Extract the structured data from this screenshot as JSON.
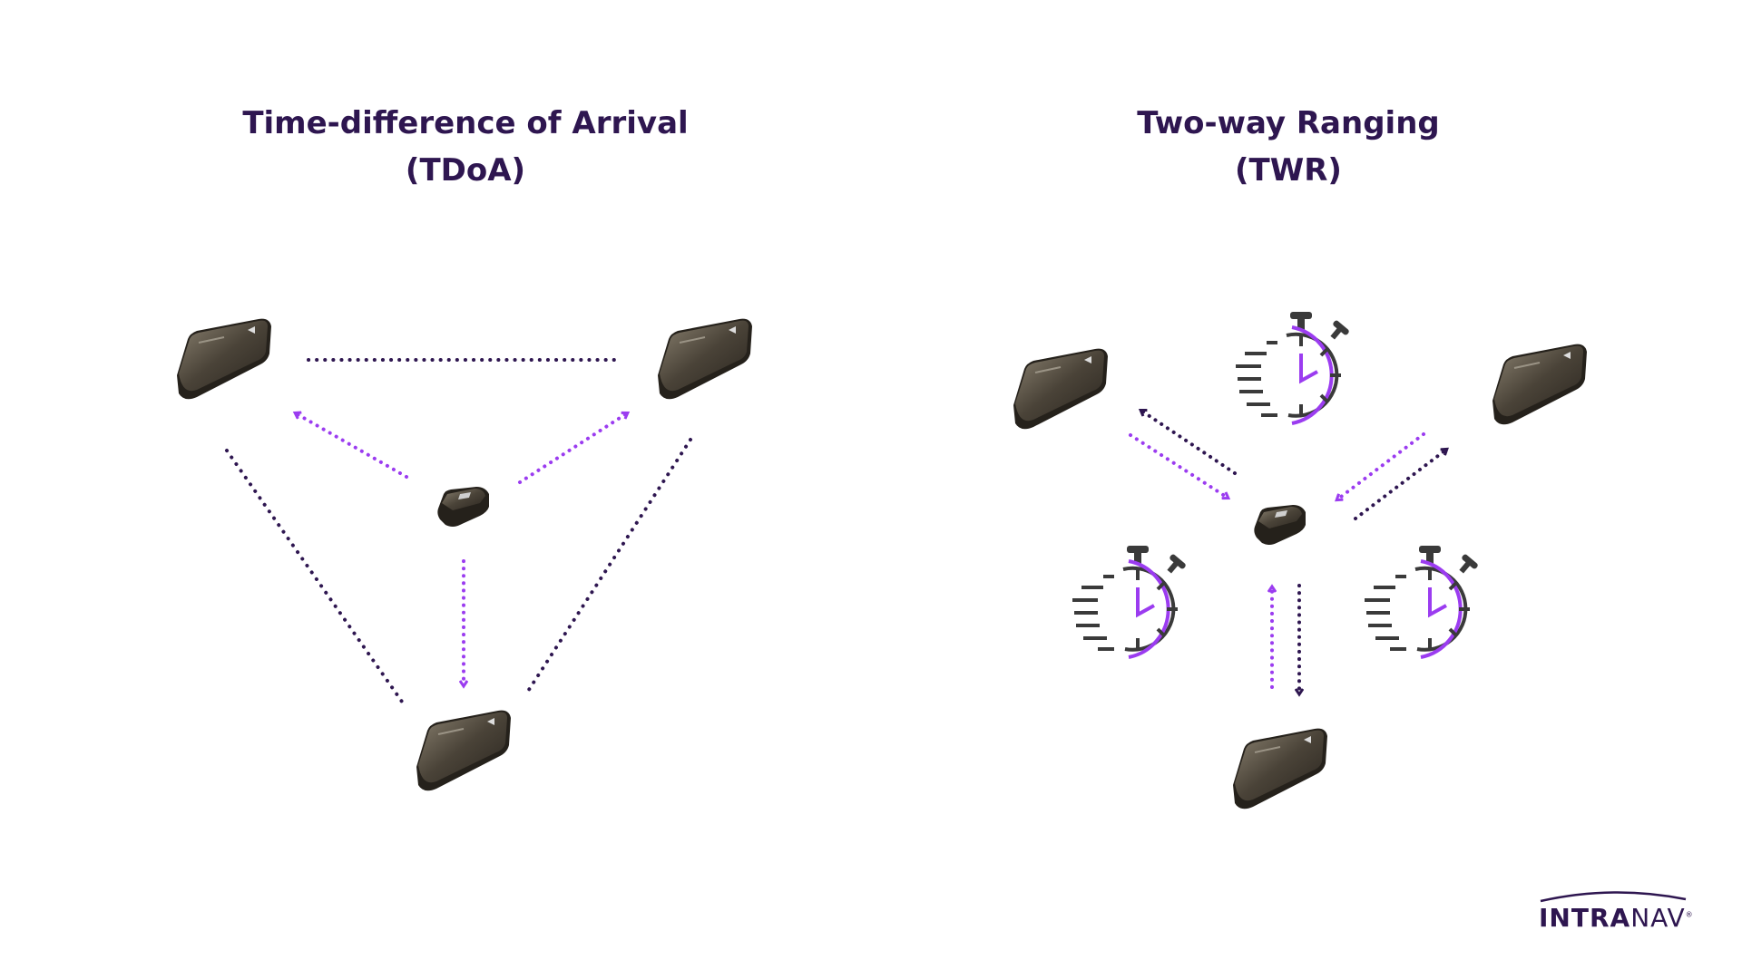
{
  "left_panel": {
    "title_line1": "Time-difference of Arrival",
    "title_line2": "(TDoA)"
  },
  "right_panel": {
    "title_line1": "Two-way Ranging",
    "title_line2": "(TWR)"
  },
  "logo": {
    "bold": "INTRA",
    "regular": "NAV",
    "mark": "®"
  },
  "colors": {
    "title": "#2e1650",
    "dark_dots": "#2e1650",
    "purple": "#9b3cf0",
    "device": "#3a342c",
    "stopwatch": "#3a3a3a"
  }
}
